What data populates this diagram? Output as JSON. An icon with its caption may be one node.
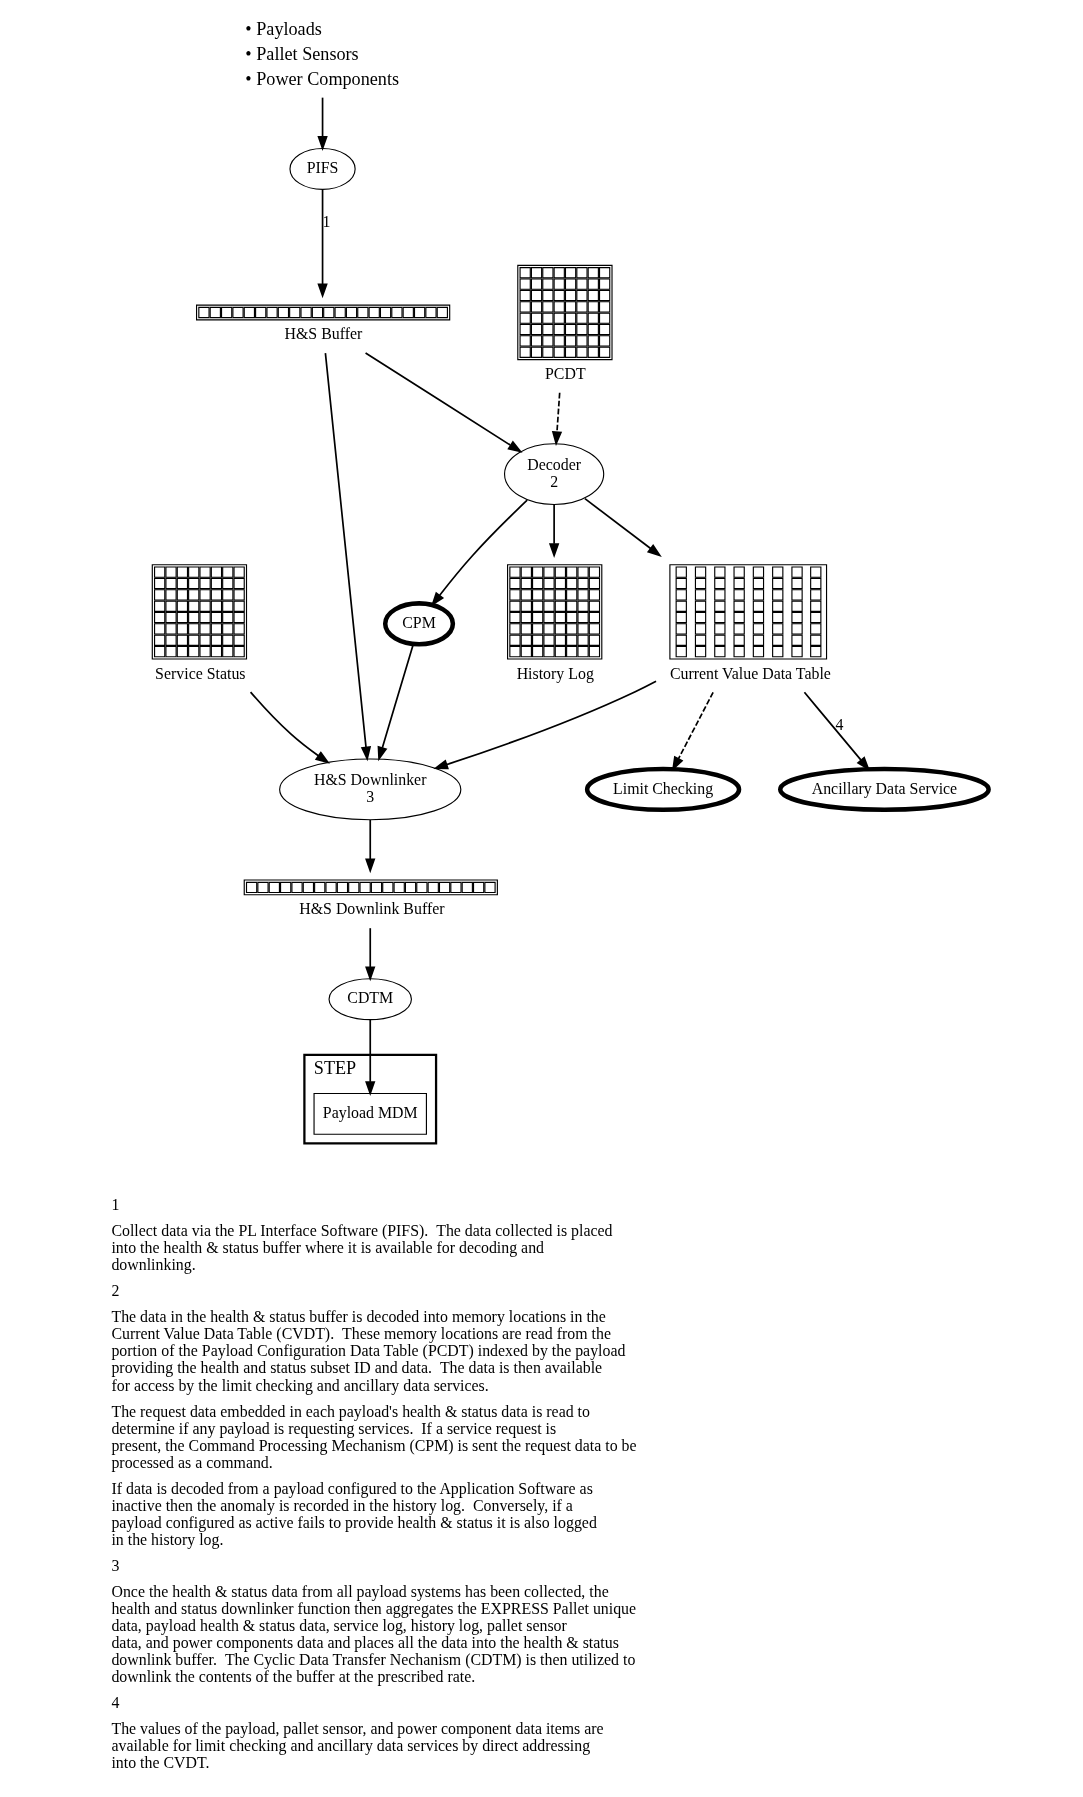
{
  "diagram": {
    "nodes": [
      {
        "text": [
          "Service Status"
        ]
      },
      {
        "text": [
          "H&S Downlinker",
          "3"
        ]
      },
      {
        "text": [
          "H&S Downlink Buffer"
        ]
      },
      {
        "text": [
          "CDTM"
        ]
      },
      {
        "text": [
          "STEP"
        ]
      },
      {
        "text": [
          "Payload MDM"
        ],
        "in": 4
      },
      {
        "text": [
          "Current Value Data Table"
        ]
      },
      {
        "text": [
          "CPM"
        ]
      },
      {
        "text": [
          "H&S Buffer"
        ]
      },
      {
        "text": [
          "Limit Checking"
        ]
      },
      {
        "text": [
          "Ancillary Data Service"
        ]
      },
      {
        "text": [
          "Decoder",
          "2"
        ]
      },
      {
        "text": [
          "PCDT"
        ]
      },
      {
        "text": [
          "History Log"
        ]
      },
      {
        "text": [
          "PIFS"
        ]
      },
      {
        "text": [
          "• Payloads",
          "• Pallet Sensors",
          "• Power Components"
        ]
      }
    ],
    "edges": [
      {
        "from": 0,
        "to": 1,
        "arrow": "to"
      },
      {
        "from": 1,
        "to": 2,
        "arrow": "to"
      },
      {
        "from": 2,
        "to": 3,
        "arrow": "to"
      },
      {
        "from": 3,
        "to": 5,
        "arrow": "to"
      },
      {
        "from": 6,
        "to": 1,
        "arrow": "to"
      },
      {
        "from": 7,
        "to": 1,
        "arrow": "to"
      },
      {
        "from": 8,
        "to": 1,
        "arrow": "to"
      },
      {
        "from": 8,
        "to": 11,
        "arrow": "to"
      },
      {
        "from": 11,
        "to": 6,
        "arrow": "to"
      },
      {
        "from": 11,
        "to": 7,
        "arrow": "to"
      },
      {
        "from": 11,
        "to": 13,
        "arrow": "to"
      },
      {
        "from": 12,
        "to": 11,
        "arrow": "to",
        "style": "dashed"
      },
      {
        "from": 6,
        "to": 9,
        "arrow": "to",
        "style": "dashed"
      },
      {
        "from": 6,
        "to": 10,
        "arrow": "to",
        "label": "4"
      },
      {
        "from": 14,
        "to": 8,
        "arrow": "to",
        "label": "1"
      },
      {
        "from": 15,
        "to": 14,
        "arrow": "to"
      }
    ],
    "labels": [
      "1",
      "Collect data via the PL Interface Software (PIFS).  The data collected is placed into the health & status buffer where it is available for decoding and downlinking.",
      "2",
      "The data in the health & status buffer is decoded into memory locations in the Current Value Data Table (CVDT).  These memory locations are read from the portion of the Payload Configuration Data Table (PCDT) indexed by the payload providing the health and status subset ID and data.  The data is then available for access by the limit checking and ancillary data services.",
      "The request data embedded in each payload's health & status data is read to determine if any payload is requesting services.  If a service request is present, the Command Processing Mechanism (CPM) is sent the request data to be processed as a command.",
      "If data is decoded from a payload configured to the Application Software as inactive then the anomaly is recorded in the history log.  Conversely, if a payload configured as active fails to provide health & status it is also logged in the history log.",
      "3",
      "Once the health & status data from all payload systems has been collected, the health and status downlinker function then aggregates the EXPRESS Pallet unique data, payload health & status data, service log, history log, pallet sensor data, and power components data and places all the data into the health & status downlink buffer.  The Cyclic Data Transfer Nechanism (CDTM) is then utilized to downlink the contents of the buffer at the prescribed rate.",
      "4",
      "The values of the payload, pallet sensor, and power component data items are available for limit checking and ancillary data services by direct addressing into the CVDT."
    ]
  }
}
